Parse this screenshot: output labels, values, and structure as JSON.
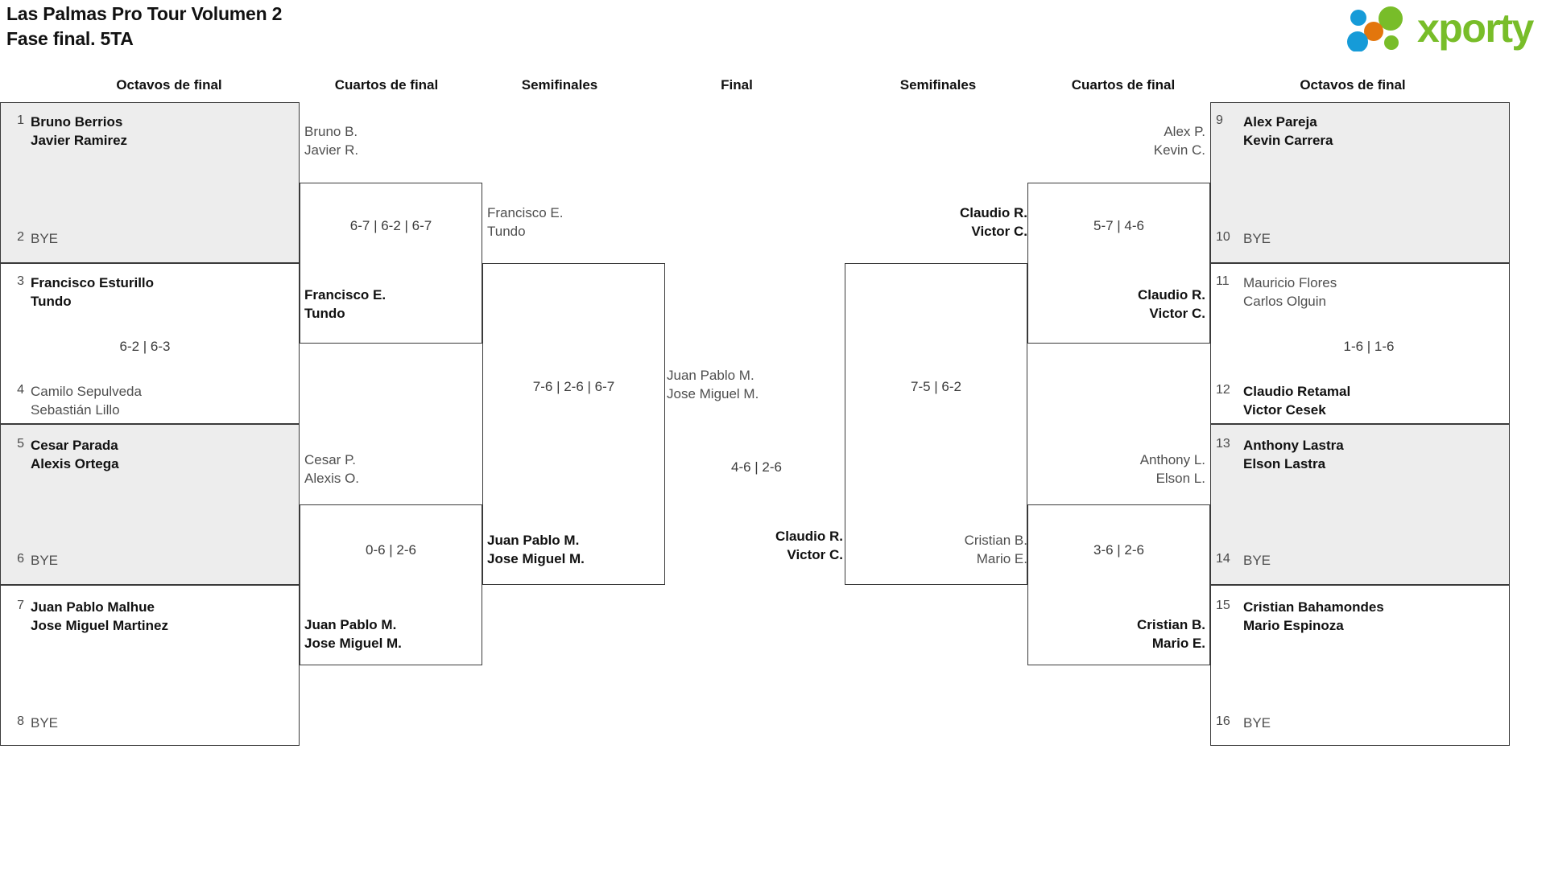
{
  "header": {
    "title_line1": "Las Palmas Pro Tour Volumen 2",
    "title_line2": "Fase final. 5TA",
    "logo_text": "xporty",
    "logo_colors": {
      "green": "#78bd29",
      "blue": "#169bd8",
      "orange": "#e3760c"
    }
  },
  "round_headers": [
    {
      "label": "Octavos de final"
    },
    {
      "label": "Cuartos de final"
    },
    {
      "label": "Semifinales"
    },
    {
      "label": "Final"
    },
    {
      "label": "Semifinales"
    },
    {
      "label": "Cuartos de final"
    },
    {
      "label": "Octavos de final"
    }
  ],
  "bracket": {
    "left": {
      "r16": [
        {
          "seed": "1",
          "p1": "Bruno Berrios",
          "p2": "Javier Ramirez",
          "result": "win",
          "bye": false,
          "shaded": true
        },
        {
          "seed": "2",
          "p1": "BYE",
          "p2": "",
          "result": "bye",
          "bye": true,
          "shaded": true
        },
        {
          "seed": "3",
          "p1": "Francisco Esturillo",
          "p2": "Tundo",
          "result": "win",
          "bye": false,
          "shaded": false
        },
        {
          "seed": "4",
          "p1": "Camilo Sepulveda",
          "p2": "Sebastián Lillo",
          "result": "lose",
          "bye": false,
          "shaded": false
        },
        {
          "seed": "5",
          "p1": "Cesar Parada",
          "p2": "Alexis Ortega",
          "result": "win",
          "bye": false,
          "shaded": true
        },
        {
          "seed": "6",
          "p1": "BYE",
          "p2": "",
          "result": "bye",
          "bye": true,
          "shaded": true
        },
        {
          "seed": "7",
          "p1": "Juan Pablo Malhue",
          "p2": "Jose Miguel Martinez",
          "result": "win",
          "bye": false,
          "shaded": false
        },
        {
          "seed": "8",
          "p1": "BYE",
          "p2": "",
          "result": "bye",
          "bye": true,
          "shaded": false
        }
      ],
      "r16_scores": [
        "",
        "6-2 | 6-3",
        "",
        ""
      ],
      "qf": [
        {
          "p1": "Bruno B.",
          "p2": "Javier R.",
          "result": "lose"
        },
        {
          "p1": "Francisco E.",
          "p2": "Tundo",
          "result": "win"
        },
        {
          "p1": "Cesar P.",
          "p2": "Alexis O.",
          "result": "lose"
        },
        {
          "p1": "Juan Pablo M.",
          "p2": "Jose Miguel M.",
          "result": "win"
        }
      ],
      "qf_scores": [
        "6-7 | 6-2 | 6-7",
        "0-6 | 2-6"
      ],
      "sf": [
        {
          "p1": "Francisco E.",
          "p2": "Tundo",
          "result": "lose"
        },
        {
          "p1": "Juan Pablo M.",
          "p2": "Jose Miguel M.",
          "result": "win"
        }
      ],
      "sf_scores": [
        "7-6 | 2-6 | 6-7"
      ]
    },
    "final": {
      "left_team": {
        "p1": "Juan Pablo M.",
        "p2": "Jose Miguel M.",
        "result": "lose"
      },
      "right_team": {
        "p1": "Claudio R.",
        "p2": "Victor C.",
        "result": "win"
      },
      "score": "4-6 | 2-6"
    },
    "right": {
      "r16": [
        {
          "seed": "9",
          "p1": "Alex Pareja",
          "p2": "Kevin Carrera",
          "result": "win",
          "bye": false,
          "shaded": true
        },
        {
          "seed": "10",
          "p1": "BYE",
          "p2": "",
          "result": "bye",
          "bye": true,
          "shaded": true
        },
        {
          "seed": "11",
          "p1": "Mauricio Flores",
          "p2": "Carlos Olguin",
          "result": "lose",
          "bye": false,
          "shaded": false
        },
        {
          "seed": "12",
          "p1": "Claudio Retamal",
          "p2": "Victor Cesek",
          "result": "win",
          "bye": false,
          "shaded": false
        },
        {
          "seed": "13",
          "p1": "Anthony Lastra",
          "p2": "Elson Lastra",
          "result": "win",
          "bye": false,
          "shaded": true
        },
        {
          "seed": "14",
          "p1": "BYE",
          "p2": "",
          "result": "bye",
          "bye": true,
          "shaded": true
        },
        {
          "seed": "15",
          "p1": "Cristian Bahamondes",
          "p2": "Mario Espinoza",
          "result": "win",
          "bye": false,
          "shaded": false
        },
        {
          "seed": "16",
          "p1": "BYE",
          "p2": "",
          "result": "bye",
          "bye": true,
          "shaded": false
        }
      ],
      "r16_scores": [
        "",
        "1-6 | 1-6",
        "",
        ""
      ],
      "qf": [
        {
          "p1": "Alex P.",
          "p2": "Kevin C.",
          "result": "lose"
        },
        {
          "p1": "Claudio R.",
          "p2": "Victor C.",
          "result": "win"
        },
        {
          "p1": "Anthony L.",
          "p2": "Elson L.",
          "result": "lose"
        },
        {
          "p1": "Cristian B.",
          "p2": "Mario E.",
          "result": "win"
        }
      ],
      "qf_scores": [
        "5-7 | 4-6",
        "3-6 | 2-6"
      ],
      "sf": [
        {
          "p1": "Claudio R.",
          "p2": "Victor C.",
          "result": "win"
        },
        {
          "p1": "Cristian B.",
          "p2": "Mario E.",
          "result": "lose"
        }
      ],
      "sf_scores": [
        "7-5 | 6-2"
      ]
    }
  }
}
